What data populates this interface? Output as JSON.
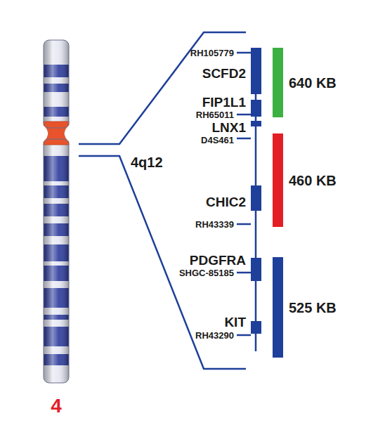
{
  "diagram": {
    "nodes": [
      {
        "text": [
          "640 KB"
        ]
      },
      {
        "text": [
          "460 KB"
        ]
      },
      {
        "text": [
          "525 KB"
        ]
      }
    ],
    "labels": [
      "4q12",
      "RH105779",
      "SCFD2",
      "FIP1L1",
      "RH65011",
      "LNX1",
      "D4S461",
      "CHIC2",
      "RH43339",
      "PDGFRA",
      "SHGC-85185",
      "KIT",
      "RH43290",
      "4"
    ]
  }
}
